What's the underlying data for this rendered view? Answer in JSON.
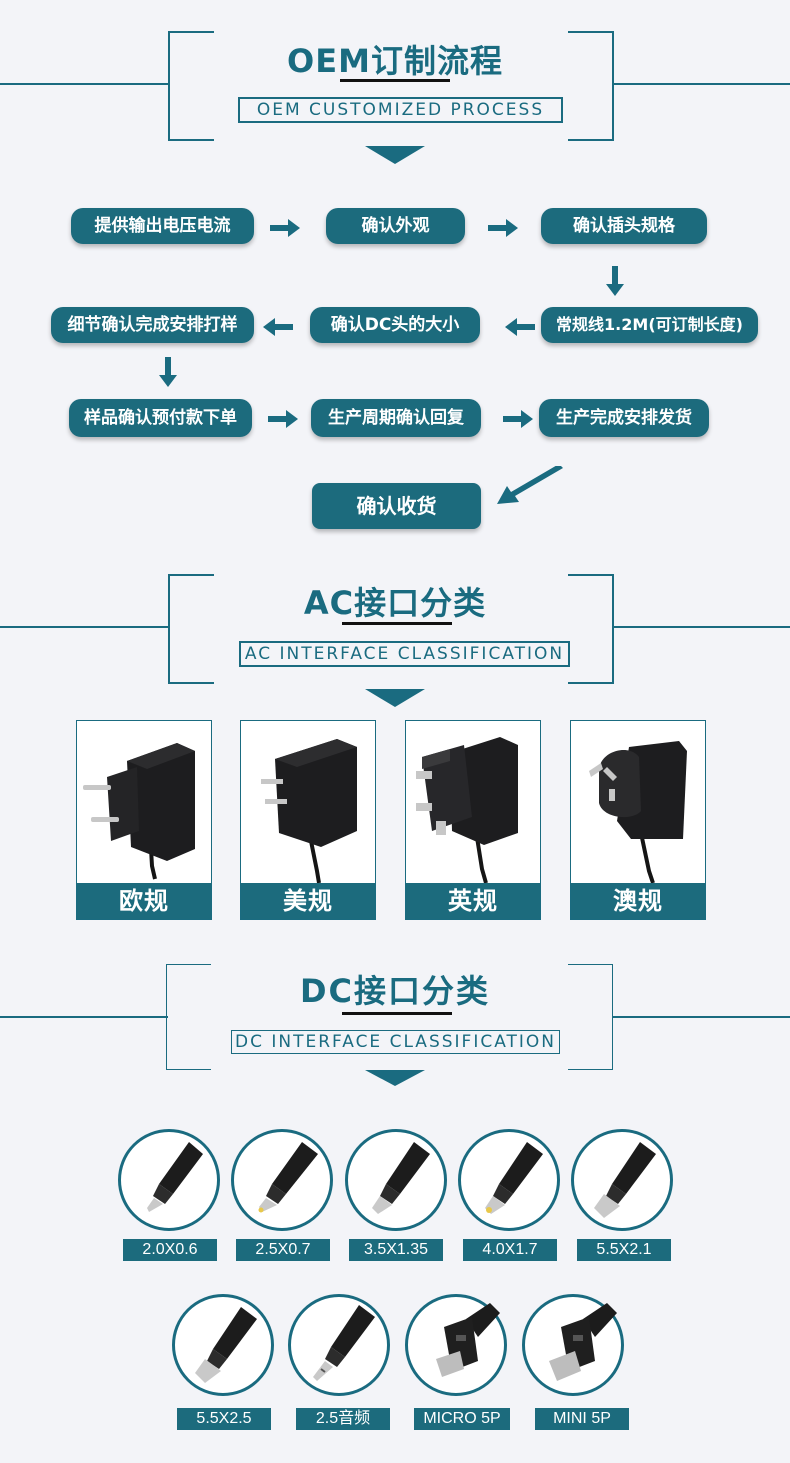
{
  "oem": {
    "title": "OEM订制流程",
    "subtitle": "OEM CUSTOMIZED PROCESS",
    "steps": [
      "提供输出电压电流",
      "确认外观",
      "确认插头规格",
      "常规线1.2M(可订制长度)",
      "确认DC头的大小",
      "细节确认完成安排打样",
      "样品确认预付款下单",
      "生产周期确认回复",
      "生产完成安排发货",
      "确认收货"
    ]
  },
  "ac": {
    "title": "AC接口分类",
    "subtitle": "AC INTERFACE CLASSIFICATION",
    "plugs": [
      "欧规",
      "美规",
      "英规",
      "澳规"
    ]
  },
  "dc": {
    "title": "DC接口分类",
    "subtitle": "DC INTERFACE CLASSIFICATION",
    "connectors": [
      "2.0X0.6",
      "2.5X0.7",
      "3.5X1.35",
      "4.0X1.7",
      "5.5X2.1",
      "5.5X2.5",
      "2.5音频",
      "MICRO 5P",
      "MINI 5P"
    ]
  },
  "colors": {
    "accent": "#1c6b7d",
    "background": "#f3f4f8",
    "tip_gold": "#e8c84a"
  },
  "icons": [
    "arrow-right-icon",
    "arrow-left-icon",
    "arrow-down-icon",
    "arrow-diagonal-icon"
  ]
}
